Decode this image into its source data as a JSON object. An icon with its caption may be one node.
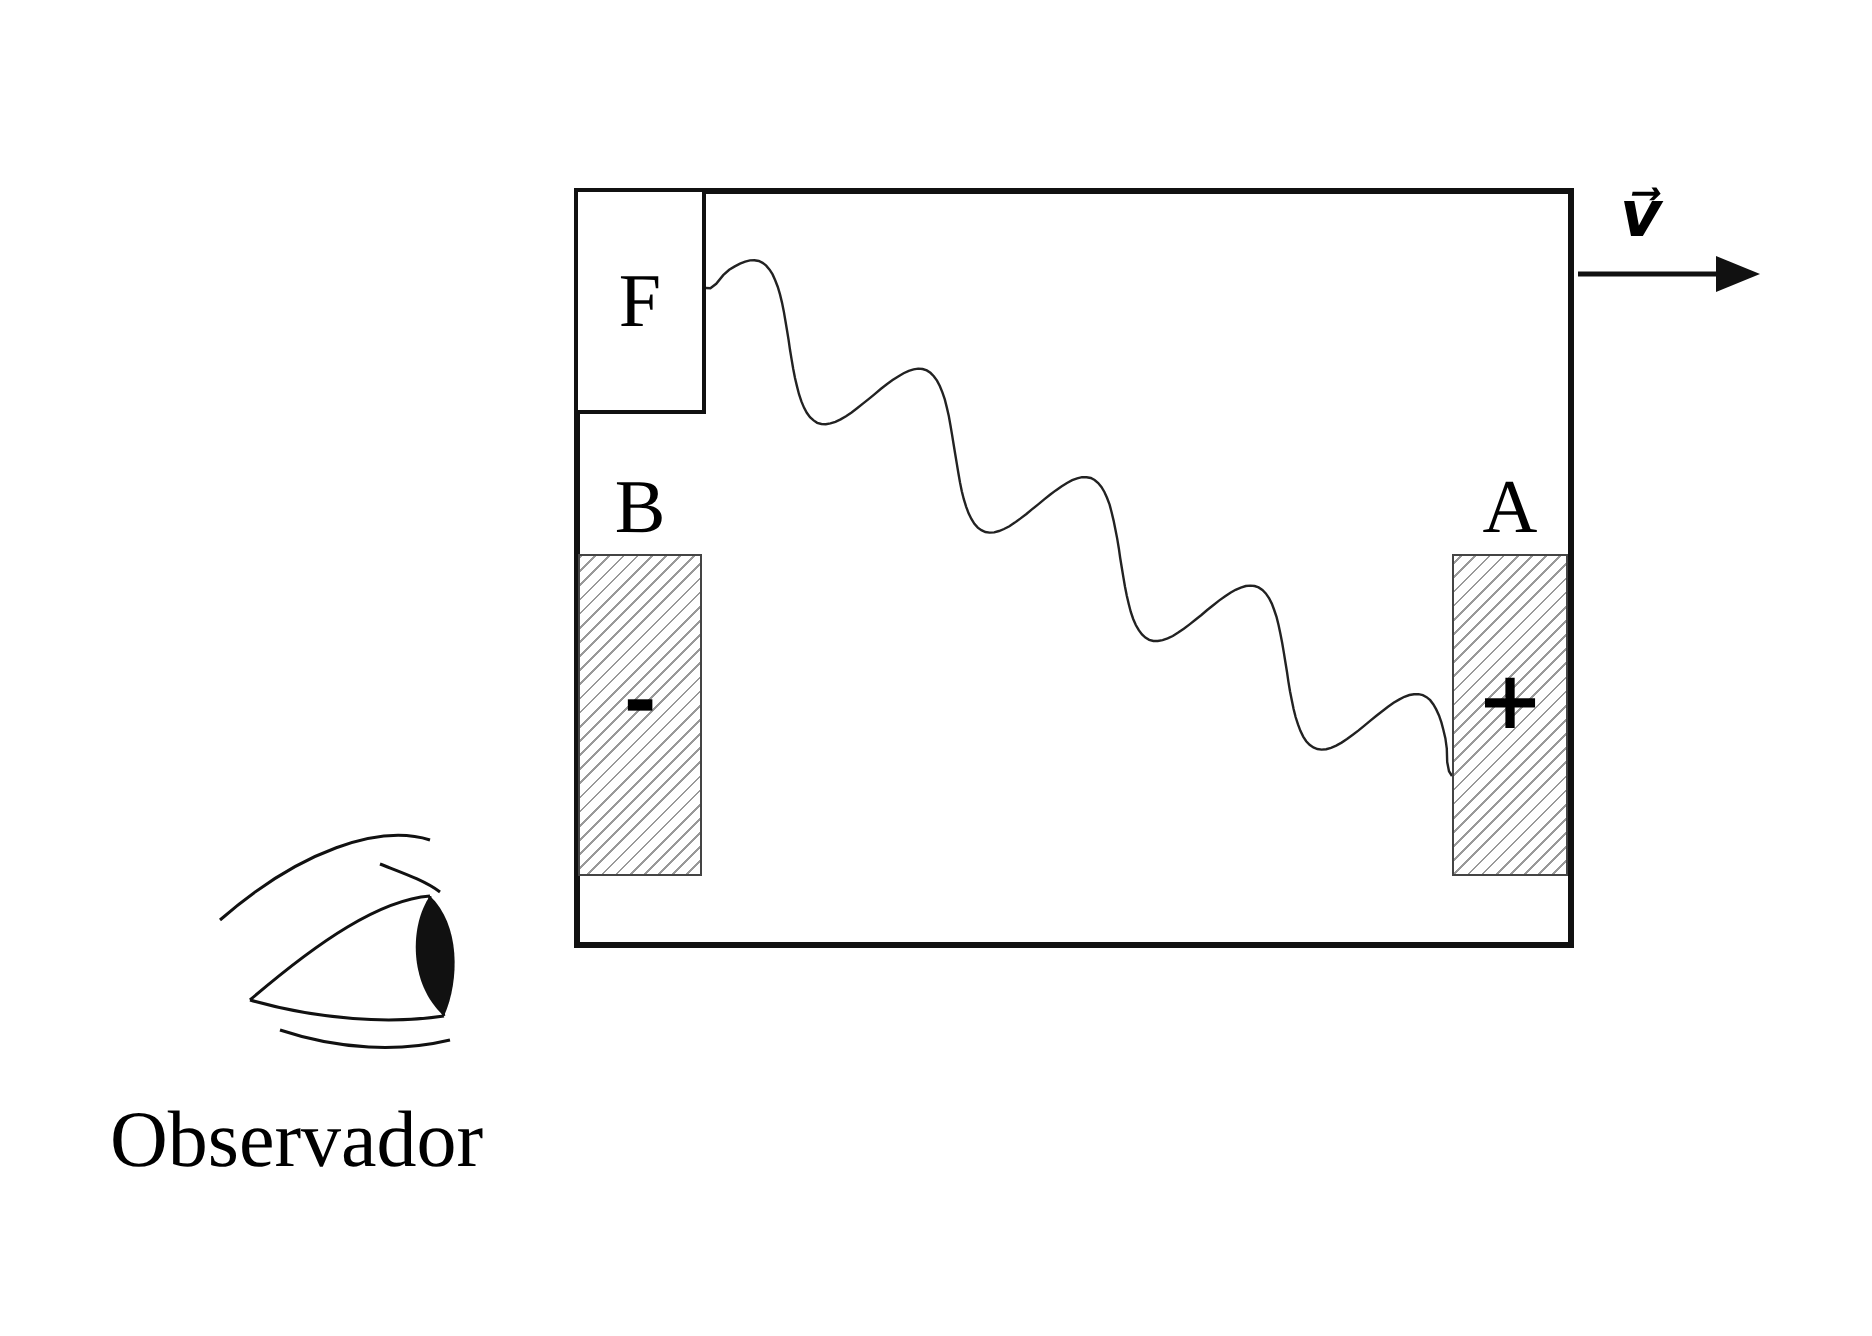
{
  "diagram": {
    "nodes": [
      {
        "text": [],
        "shape": "box"
      },
      {
        "text": [
          "F"
        ],
        "in": 0
      },
      {
        "text": [
          "B",
          "-"
        ],
        "in": 0
      },
      {
        "text": [
          "A",
          "+"
        ],
        "in": 0
      }
    ],
    "edges": [
      {
        "from": 1,
        "to": 3,
        "arrow": "none"
      }
    ],
    "labels": [
      "v⃗",
      "Observador"
    ]
  }
}
